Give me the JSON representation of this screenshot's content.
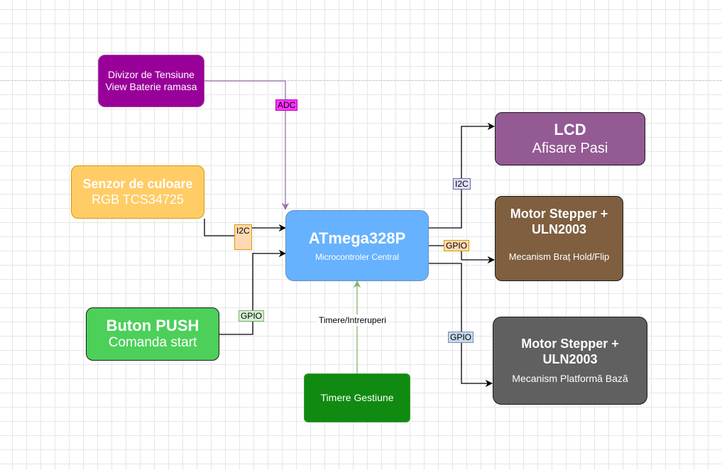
{
  "nodes": {
    "divizor": {
      "line1": "Divizor de Tensiune",
      "line2": "View Baterie ramasa",
      "fill": "#990099",
      "stroke": "#a64ca6"
    },
    "senzor": {
      "line1": "Senzor de culoare",
      "line2": "RGB TCS34725",
      "fill": "#ffcc66",
      "stroke": "#d79b00"
    },
    "buton": {
      "line1": "Buton PUSH",
      "line2": "Comanda start",
      "fill": "#4cd05a",
      "stroke": "#1a1a1a"
    },
    "mcu": {
      "line1": "ATmega328P",
      "line2": "Microcontroler Central",
      "fill": "#66b2ff",
      "stroke": "#6c8ebf"
    },
    "timere": {
      "line1": "Timere Gestiune",
      "fill": "#108a10",
      "stroke": "#3f9b3f"
    },
    "lcd": {
      "line1": "LCD",
      "line2": "Afisare Pasi",
      "fill": "#945a94",
      "stroke": "#1a1a1a"
    },
    "motor1": {
      "line1": "Motor Stepper +",
      "line2": "ULN2003",
      "line3": "Mecanism Braț Hold/Flip",
      "fill": "#7f5f3f",
      "stroke": "#1a1a1a"
    },
    "motor2": {
      "line1": "Motor Stepper +",
      "line2": "ULN2003",
      "line3": "Mecanism Platformă Bază",
      "fill": "#606060",
      "stroke": "#1a1a1a"
    }
  },
  "edge_labels": {
    "adc": {
      "text": "ADC",
      "fill": "#ff33ff",
      "stroke": "#b300b3"
    },
    "i2c_sensor": {
      "text": "I2C",
      "fill": "#ffd9b3",
      "stroke": "#d79b00"
    },
    "gpio_button": {
      "text": "GPIO",
      "fill": "#d5f0d5",
      "stroke": "#82b366"
    },
    "i2c_lcd": {
      "text": "I2C",
      "fill": "#e0e0f5",
      "stroke": "#6666aa"
    },
    "gpio_motor1": {
      "text": "GPIO",
      "fill": "#ffd9b3",
      "stroke": "#d79b00"
    },
    "gpio_motor2": {
      "text": "GPIO",
      "fill": "#c8d8e8",
      "stroke": "#6c8ebf"
    },
    "timere_label": {
      "text": "Timere/Intreruperi"
    }
  },
  "edge_colors": {
    "default": "#000000",
    "adc": "#9673a6",
    "timer": "#82b366"
  }
}
